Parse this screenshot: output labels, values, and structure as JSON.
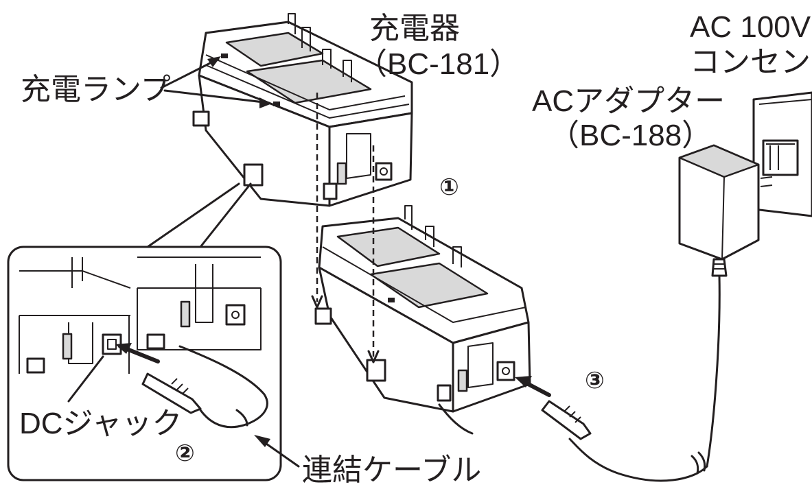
{
  "labels": {
    "charger": "充電器",
    "charger_model": "（BC-181）",
    "charge_lamp": "充電ランプ",
    "ac_outlet_line1": "AC 100V",
    "ac_outlet_line2": "コンセント",
    "ac_adapter": "ACアダプター",
    "ac_adapter_model": "（BC-188）",
    "dc_jack": "DCジャック",
    "link_cable": "連結ケーブル"
  },
  "steps": [
    "①",
    "②",
    "③"
  ],
  "colors": {
    "line": "#231f20",
    "shade": "#d9d9d9",
    "background": "#ffffff"
  }
}
